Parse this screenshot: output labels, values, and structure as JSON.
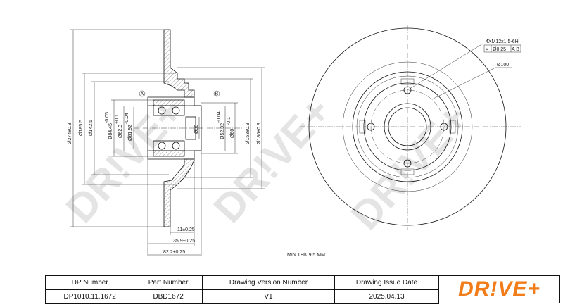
{
  "watermark": "DR!VE+",
  "dimensions": {
    "d274": "Ø274±0.3",
    "d1855": "Ø185.5",
    "d1425": "Ø142.5",
    "d8445": "Ø84.45",
    "d8445_tol": "-0.05",
    "d623": "Ø62.3",
    "d623_tol": "+0.1",
    "d6192": "Ø61.92",
    "d6192_tol": "-0.04",
    "d30": "Ø30",
    "d5232": "Ø52.32",
    "d5232_tol": "-0.04",
    "d60": "Ø60",
    "d60_tol": "-0.1",
    "d153": "Ø153±0.3",
    "d186": "Ø186±0.3",
    "d11": "11±0.25",
    "d359": "35.9±0.25",
    "d822": "82.2±0.25",
    "min_thk": "MIN THK 9.5 MM",
    "bolt": "4XM12x1.5-6H",
    "tol_pos": "Ø0.25",
    "datum_ab": "A B",
    "d100": "Ø100",
    "datum_a": "A",
    "datum_b": "B"
  },
  "title_block": {
    "headers": [
      "DP Number",
      "Part Number",
      "Drawing Version Number",
      "Drawing Issue Date"
    ],
    "values": [
      "DP1010.11.1672",
      "DBD1672",
      "V1",
      "2025.04.13"
    ]
  },
  "logo": "DR!VE+"
}
